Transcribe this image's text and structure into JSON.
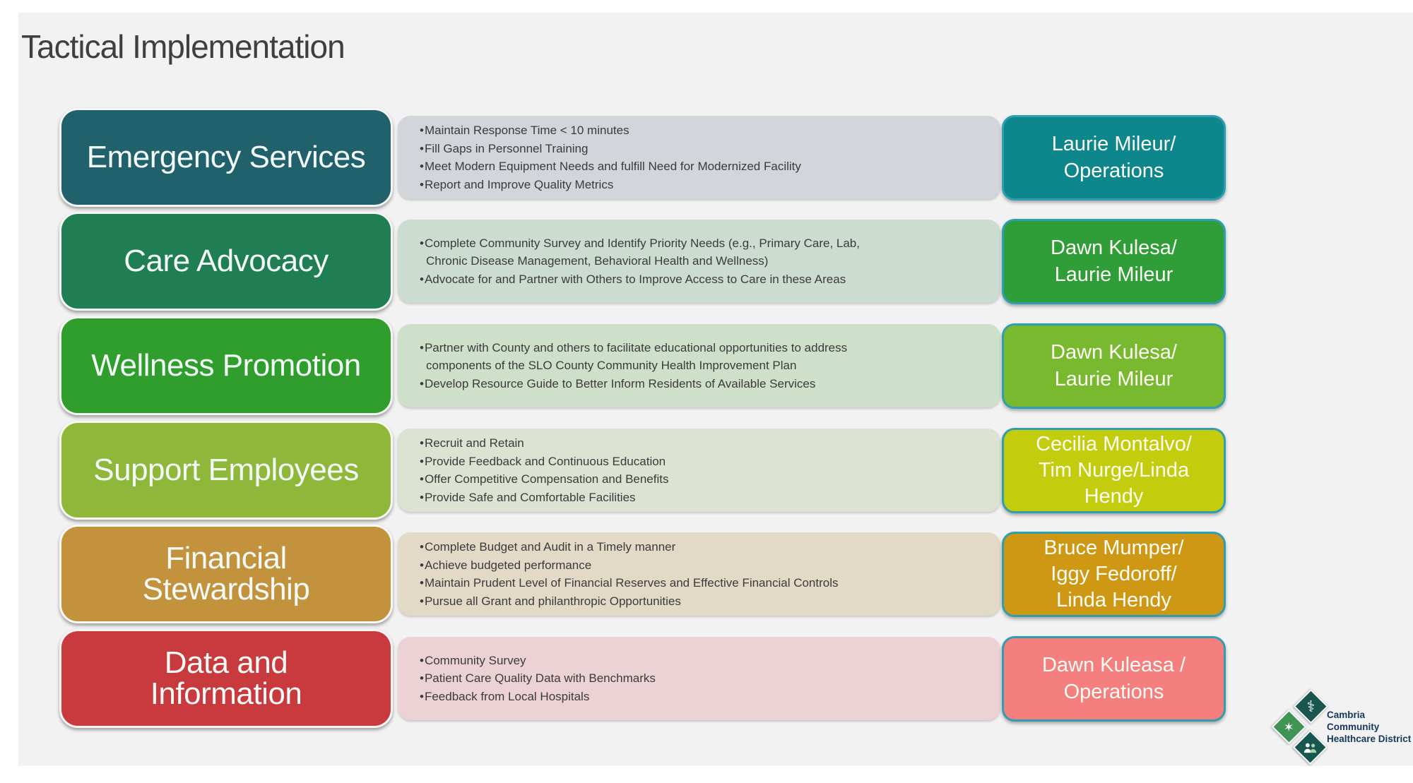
{
  "slide": {
    "title": "Tactical Implementation"
  },
  "accent_border_color": "#2e9eb0",
  "rows": [
    {
      "category": "Emergency Services",
      "bullets": [
        "Maintain Response Time < 10 minutes",
        "Fill Gaps in Personnel Training",
        "Meet Modern Equipment Needs and fulfill Need for Modernized Facility",
        "Report and Improve Quality Metrics"
      ],
      "owner": "Laurie Mileur/\nOperations",
      "colors": {
        "category_bg": "#20616c",
        "band_bg": "#d2d6da",
        "owner_bg": "#0d868c"
      }
    },
    {
      "category": "Care Advocacy",
      "bullets": [
        "Complete Community Survey and Identify Priority Needs (e.g., Primary Care, Lab, Chronic Disease Management, Behavioral Health and Wellness)",
        "Advocate for and Partner with Others to Improve Access to Care in these Areas"
      ],
      "owner": "Dawn Kulesa/\nLaurie Mileur",
      "colors": {
        "category_bg": "#1f7e53",
        "band_bg": "#ccdcd1",
        "owner_bg": "#2f9d38"
      }
    },
    {
      "category": "Wellness Promotion",
      "bullets": [
        "Partner with County and others to facilitate educational opportunities to address components of the SLO County Community Health Improvement Plan",
        "Develop Resource Guide to Better Inform Residents of Available Services"
      ],
      "owner": "Dawn Kulesa/\nLaurie Mileur",
      "colors": {
        "category_bg": "#2f9e2c",
        "band_bg": "#cfe0ca",
        "owner_bg": "#78b92f"
      }
    },
    {
      "category": "Support Employees",
      "bullets": [
        "Recruit and Retain",
        "Provide Feedback and Continuous Education",
        "Offer Competitive Compensation and Benefits",
        "Provide Safe and Comfortable Facilities"
      ],
      "owner": "Cecilia Montalvo/\nTim Nurge/Linda\nHendy",
      "colors": {
        "category_bg": "#8fb83b",
        "band_bg": "#dce3d2",
        "owner_bg": "#c3cc0d"
      }
    },
    {
      "category": "Financial\nStewardship",
      "bullets": [
        "Complete Budget and Audit in a Timely manner",
        "Achieve budgeted performance",
        "Maintain Prudent Level of Financial Reserves and Effective Financial Controls",
        "Pursue all Grant and philanthropic Opportunities"
      ],
      "owner": "Bruce Mumper/\nIggy Fedoroff/\nLinda Hendy",
      "colors": {
        "category_bg": "#c3923c",
        "band_bg": "#e2dac7",
        "owner_bg": "#ce9814"
      }
    },
    {
      "category": "Data and\nInformation",
      "bullets": [
        "Community Survey",
        "Patient Care Quality Data with Benchmarks",
        "Feedback from Local Hospitals"
      ],
      "owner": "Dawn Kuleasa /\nOperations",
      "colors": {
        "category_bg": "#c93a3e",
        "band_bg": "#ecd2d4",
        "owner_bg": "#f57f7f"
      }
    }
  ],
  "logo": {
    "org_line1": "Cambria Community",
    "org_line2": "Healthcare District",
    "caduceus_glyph": "⚕",
    "star_of_life_glyph": "✶",
    "colors": {
      "diamond_dark": "#17574f",
      "diamond_green": "#3f9355",
      "text": "#17375e"
    }
  },
  "layout_rows_top": [
    153,
    300,
    448,
    596,
    743,
    891
  ]
}
